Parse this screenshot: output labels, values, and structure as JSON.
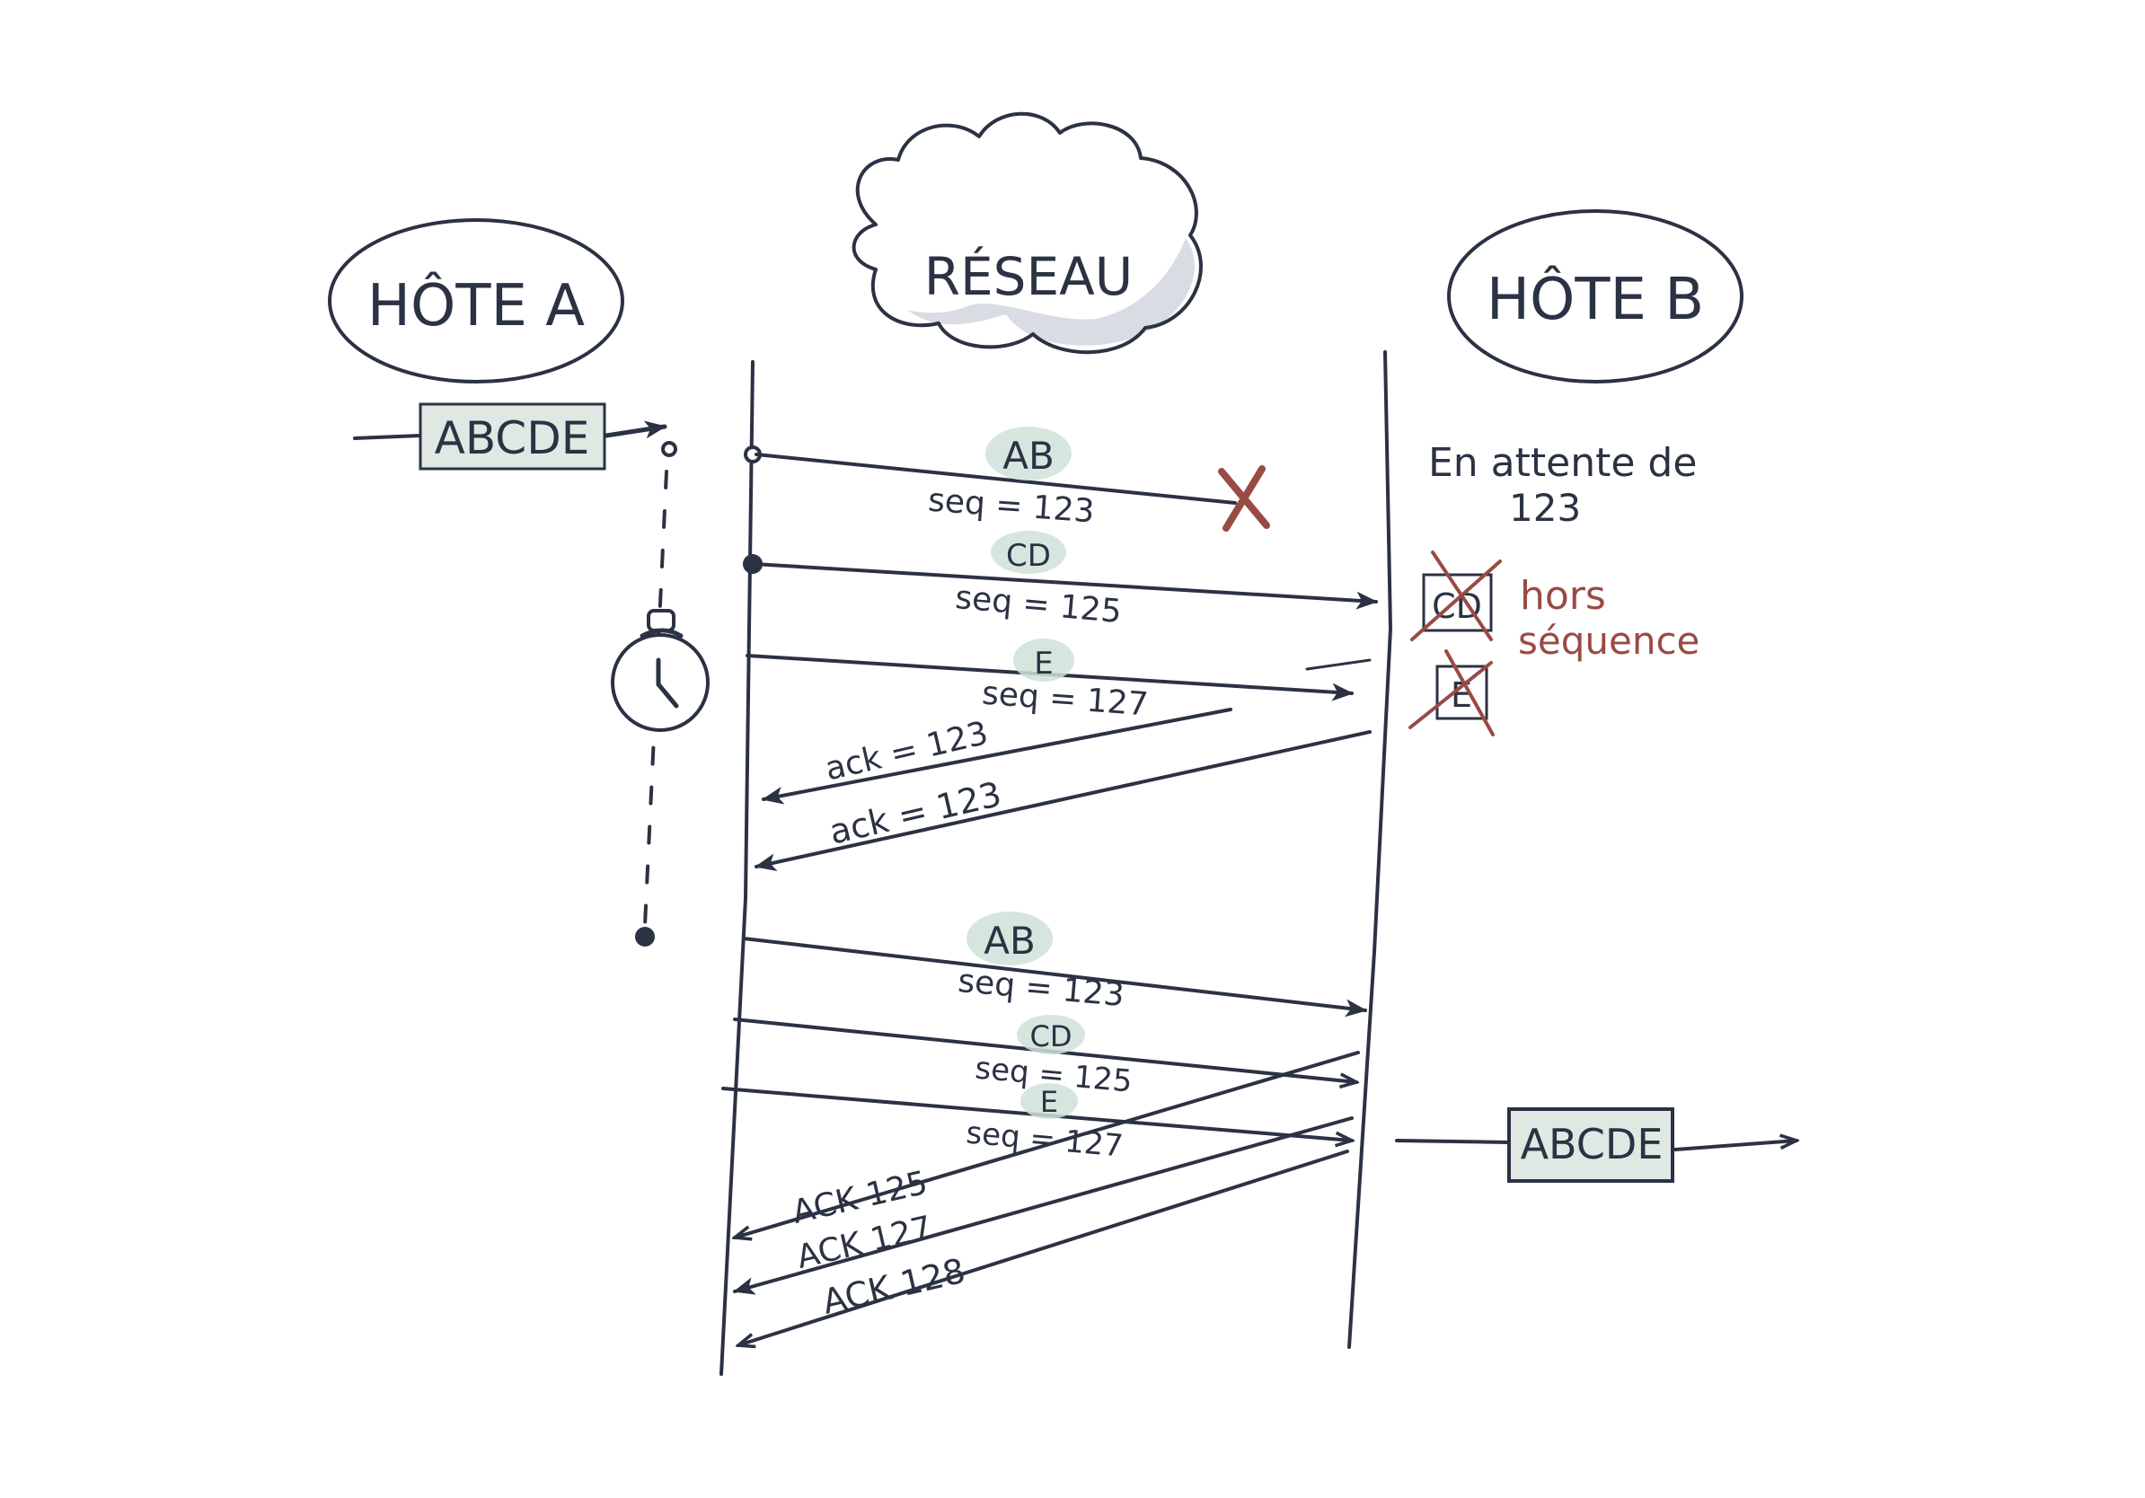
{
  "colors": {
    "ink": "#2b3243",
    "loss_mark": "#9a4a44",
    "highlight": "#cfe2d9",
    "box_fill": "#dfe8e3",
    "cloud_shade": "#c9cdd6"
  },
  "hosts": {
    "host_a": "HÔTE A",
    "network": "RÉSEAU",
    "host_b": "HÔTE B"
  },
  "data_box_in": "ABCDE",
  "data_box_out": "ABCDE",
  "waiting_note": {
    "line1": "En attente de",
    "line2": "123"
  },
  "out_of_sequence_note": {
    "line1": "hors",
    "line2": "séquence"
  },
  "first_round": [
    {
      "data": "AB",
      "seq": "seq = 123",
      "status": "lost"
    },
    {
      "data": "CD",
      "seq": "seq = 125",
      "status": "delivered"
    },
    {
      "data": "E",
      "seq": "seq = 127",
      "status": "delivered"
    }
  ],
  "first_acks": [
    "ack = 123",
    "ack = 123"
  ],
  "buffered_segments": [
    "CD",
    "E"
  ],
  "retransmission": [
    {
      "data": "AB",
      "seq": "seq = 123"
    },
    {
      "data": "CD",
      "seq": "seq = 125"
    },
    {
      "data": "E",
      "seq": "seq = 127"
    }
  ],
  "final_acks": [
    "ACK 125",
    "ACK 127",
    "ACK 128"
  ],
  "icons": {
    "timer": "stopwatch-icon",
    "loss": "cross-icon"
  }
}
